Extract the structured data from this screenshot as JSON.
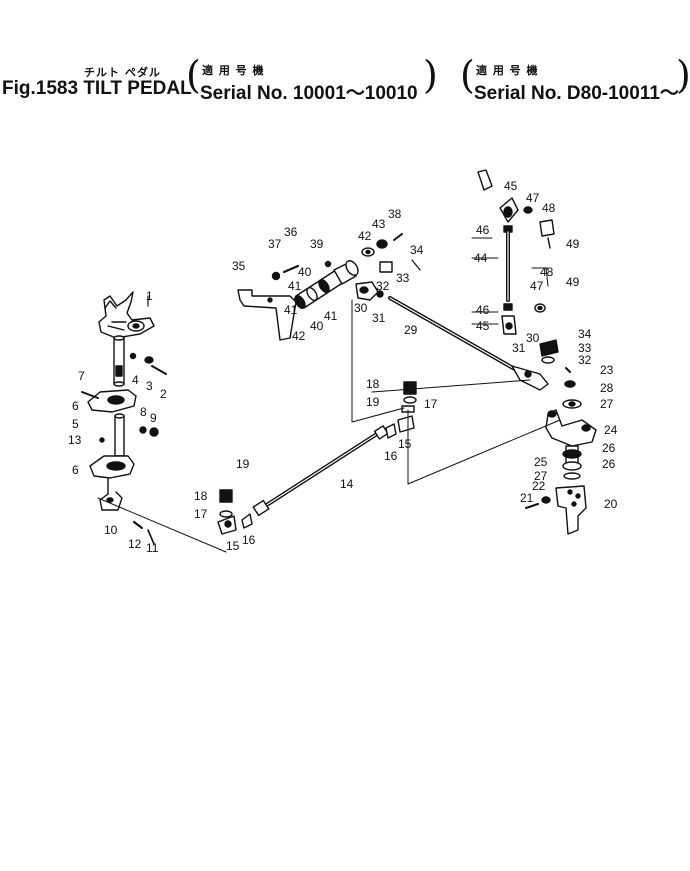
{
  "header": {
    "jp_title": "チルト ペダル",
    "jp_serial_1": "適 用 号 機",
    "jp_serial_2": "適 用 号 機",
    "fig_title": "Fig.1583 TILT PEDAL",
    "serial_1": "Serial No. 10001～10010",
    "serial_2": "Serial No. D80-10011～"
  },
  "callouts": [
    "1",
    "2",
    "3",
    "4",
    "5",
    "6",
    "6",
    "7",
    "8",
    "9",
    "10",
    "11",
    "12",
    "13",
    "14",
    "15",
    "15",
    "16",
    "16",
    "17",
    "17",
    "18",
    "18",
    "19",
    "19",
    "20",
    "21",
    "22",
    "23",
    "24",
    "25",
    "26",
    "26",
    "27",
    "27",
    "28",
    "29",
    "30",
    "30",
    "31",
    "31",
    "32",
    "32",
    "33",
    "33",
    "34",
    "34",
    "35",
    "36",
    "37",
    "38",
    "39",
    "40",
    "40",
    "41",
    "41",
    "41",
    "42",
    "42",
    "43",
    "44",
    "45",
    "45",
    "46",
    "46",
    "47",
    "47",
    "48",
    "48",
    "49",
    "49"
  ]
}
